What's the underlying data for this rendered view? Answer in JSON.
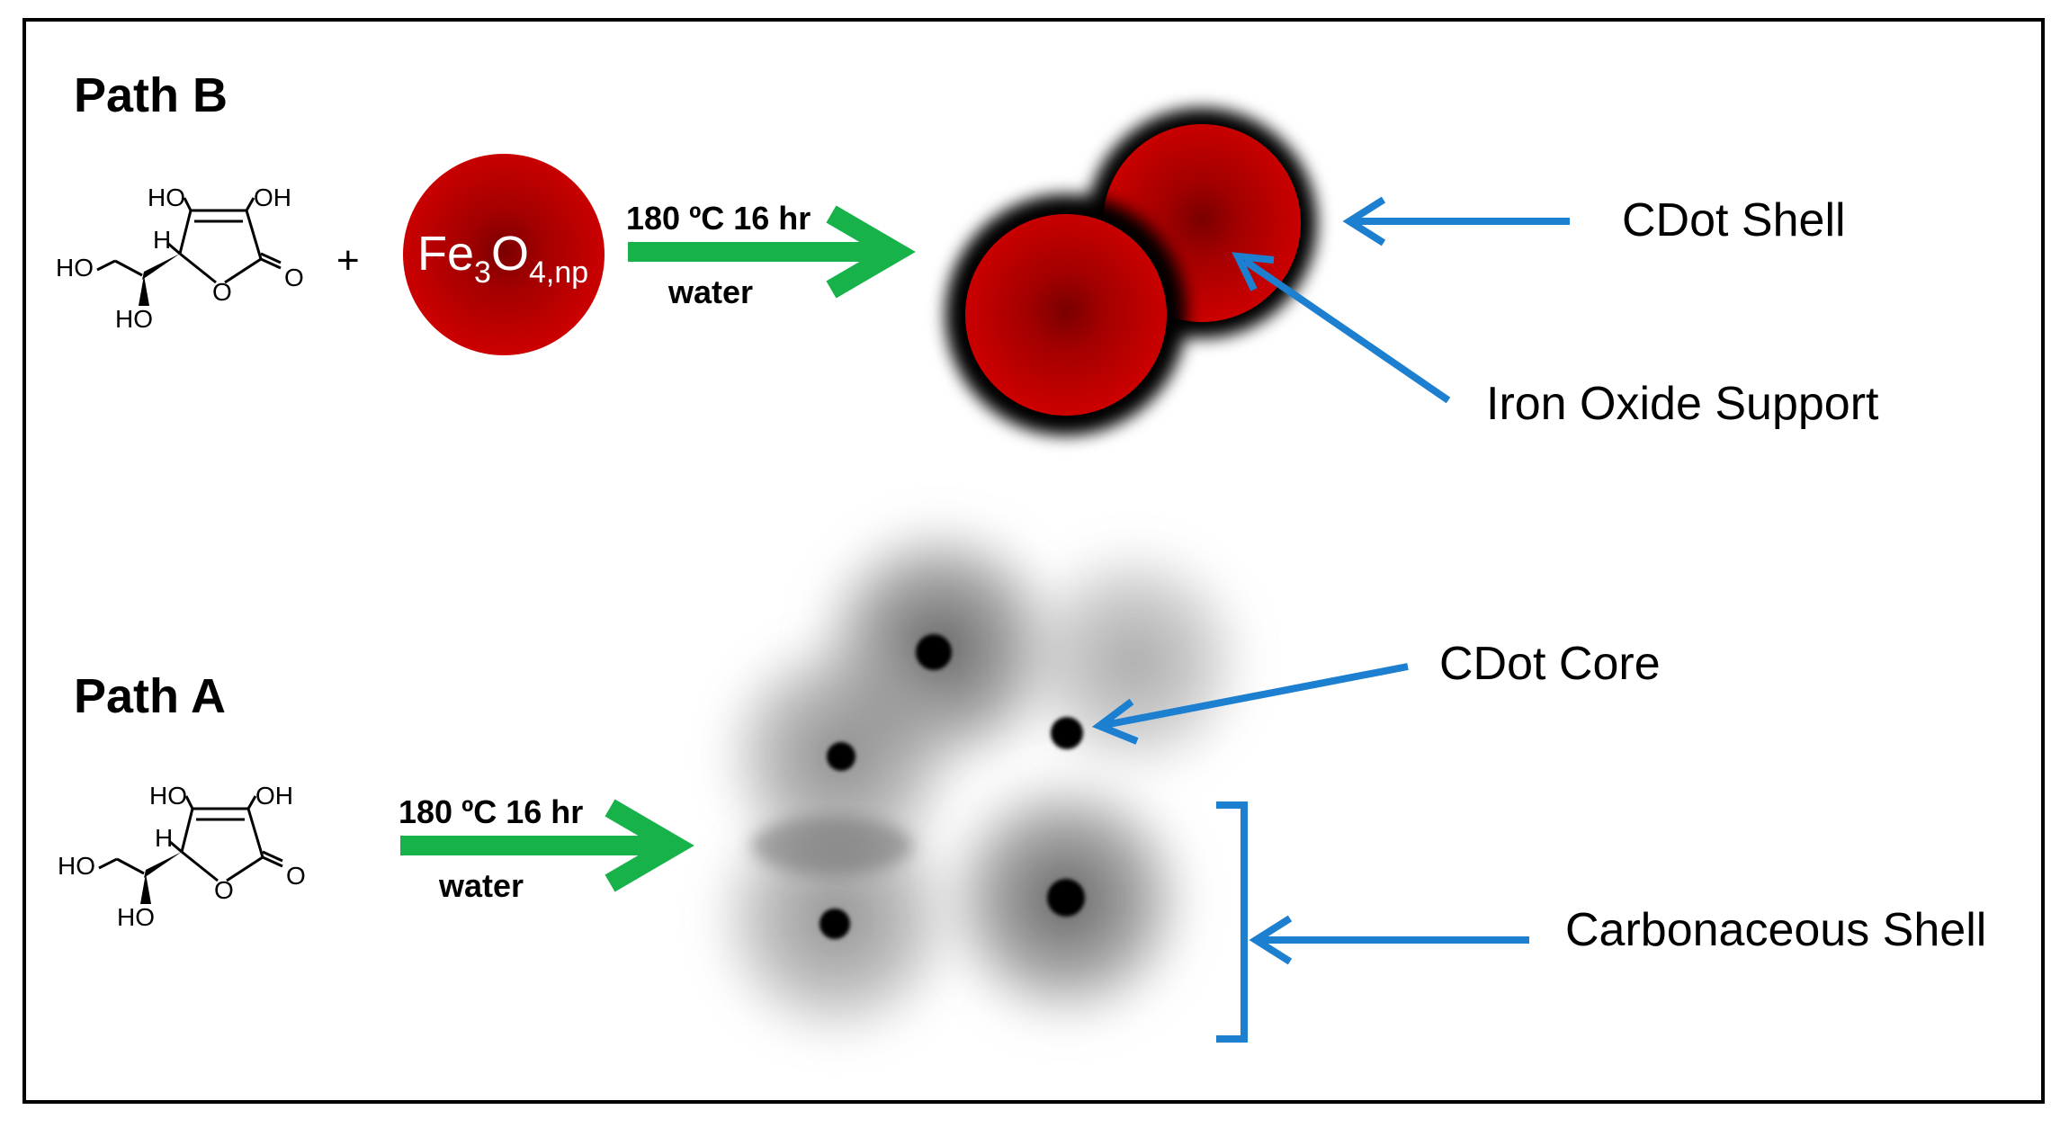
{
  "path_b": {
    "title": "Path B",
    "conditions": "180 ºC 16 hr",
    "solvent": "water",
    "plus": "+",
    "reagent": {
      "base": "Fe",
      "sub1": "3",
      "mid": "O",
      "sub2": "4,np"
    },
    "labels": {
      "cdot_shell": "CDot Shell",
      "iron_oxide_support": "Iron Oxide Support"
    }
  },
  "path_a": {
    "title": "Path A",
    "conditions": "180 ºC 16 hr",
    "solvent": "water",
    "labels": {
      "cdot_core": "CDot Core",
      "carbonaceous_shell": "Carbonaceous Shell"
    }
  },
  "molecule": {
    "oh_left": "HO",
    "oh_right": "OH",
    "h": "H",
    "ho_side": "HO",
    "ho_bottom": "HO",
    "o_carbonyl": "O",
    "o_ring": "O"
  },
  "colors": {
    "arrow_green": "#17b34a",
    "arrow_blue": "#1c7fd0",
    "iron_oxide_red": "#c40000"
  }
}
